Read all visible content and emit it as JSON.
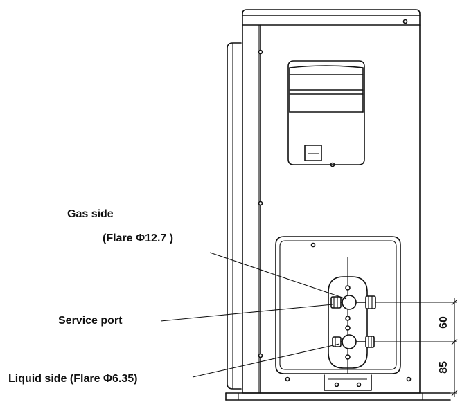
{
  "labels": {
    "gas_side_line1": "Gas side",
    "gas_side_line2": "(Flare Φ12.7 )",
    "service_port": "Service  port",
    "liquid_side": "Liquid  side (Flare Φ6.35)"
  },
  "dimensions": {
    "upper": "60",
    "lower": "85"
  }
}
